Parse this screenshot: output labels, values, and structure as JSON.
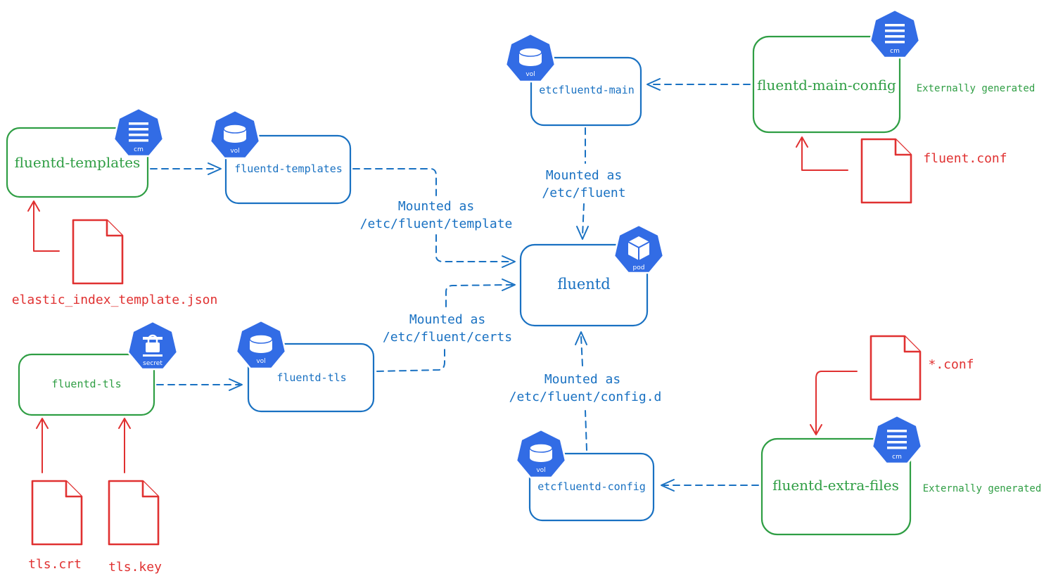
{
  "nodes": {
    "cm_templates": "fluentd-templates",
    "vol_templates": "fluentd-templates",
    "secret_tls": "fluentd-tls",
    "vol_tls": "fluentd-tls",
    "vol_main": "etcfluentd-main",
    "cm_main": "fluentd-main-config",
    "pod": "fluentd",
    "vol_config": "etcfluentd-config",
    "cm_extra": "fluentd-extra-files"
  },
  "badges": {
    "cm": "cm",
    "vol": "vol",
    "secret": "secret",
    "pod": "pod"
  },
  "files": {
    "elastic": "elastic_index_template.json",
    "crt": "tls.crt",
    "key": "tls.key",
    "fluent_conf": "fluent.conf",
    "star_conf": "*.conf"
  },
  "notes": {
    "main_external": "Externally generated",
    "extra_external": "Externally generated"
  },
  "mounts": {
    "template_l1": "Mounted as",
    "template_l2": "/etc/fluent/template",
    "certs_l1": "Mounted as",
    "certs_l2": "/etc/fluent/certs",
    "main_l1": "Mounted as",
    "main_l2": "/etc/fluent",
    "config_l1": "Mounted as",
    "config_l2": "/etc/fluent/config.d"
  },
  "colors": {
    "configmap": "#2f9e44",
    "volume": "#1971c2",
    "file": "#e03131",
    "k8s_badge": "#326ce5"
  }
}
